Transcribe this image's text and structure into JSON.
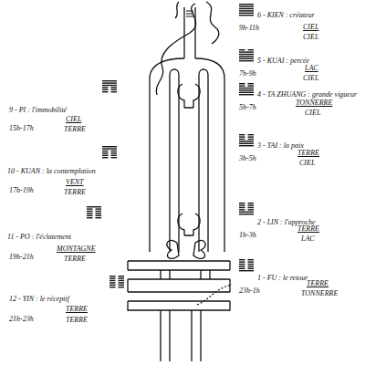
{
  "diagram": {
    "labels": [
      "6 - KIEN : créateur",
      "9h-11h",
      "CIEL",
      "CIEL",
      "5 - KUAI : percée",
      "7h-9h",
      "LAC",
      "CIEL",
      "4 - TA ZHUANG : grande vigueur",
      "5h-7h",
      "TONNERRE",
      "CIEL",
      "9 - PI : l'immobilité",
      "CIEL",
      "15h-17h",
      "TERRE",
      "3 - TAI : la paix",
      "3h-5h",
      "TERRE",
      "CIEL",
      "10 - KUAN : la contemplation",
      "VENT",
      "17h-19h",
      "TERRE",
      "2 - LIN : l'approche",
      "1h-3h",
      "TERRE",
      "LAC",
      "11 - PO : l'éclatement",
      "MONTAGNE",
      "19h-21h",
      "TERRE",
      "1 - FU : le retour",
      "23h-1h",
      "TERRE",
      "TONNERRE",
      "12 - YIN : le réceptif",
      "21h-23h",
      "TERRE",
      "TERRE"
    ]
  }
}
